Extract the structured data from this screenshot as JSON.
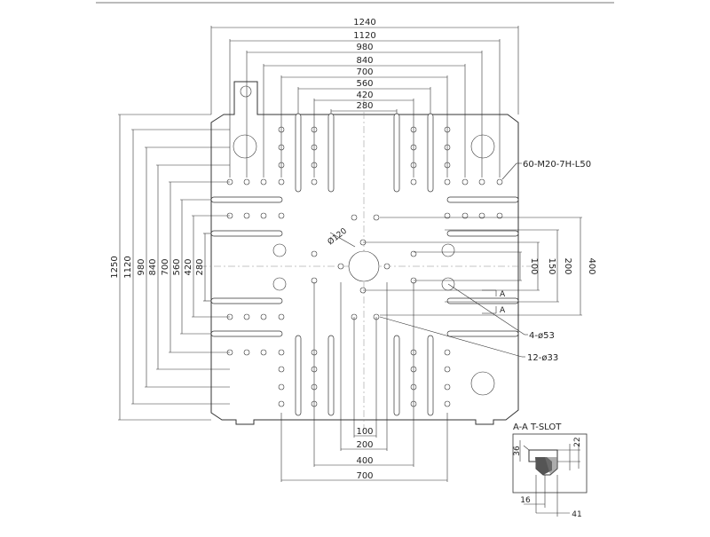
{
  "dimensions_top": [
    "1240",
    "1120",
    "980",
    "840",
    "700",
    "560",
    "420",
    "280"
  ],
  "dimensions_left": [
    "1250",
    "1120",
    "980",
    "840",
    "700",
    "560",
    "420",
    "280"
  ],
  "dimensions_right": [
    "100",
    "150",
    "200",
    "400"
  ],
  "dimensions_bottom": [
    "100",
    "200",
    "400",
    "700"
  ],
  "center_bore": "Ø120",
  "labels": {
    "tapped_holes": "60-M20-7H-L50",
    "bolt_holes": "4-ø53",
    "small_holes": "12-ø33",
    "section_mark": "A"
  },
  "tslot": {
    "title": "A-A  T-SLOT",
    "dims": [
      "36",
      "22",
      "16",
      "41"
    ]
  }
}
